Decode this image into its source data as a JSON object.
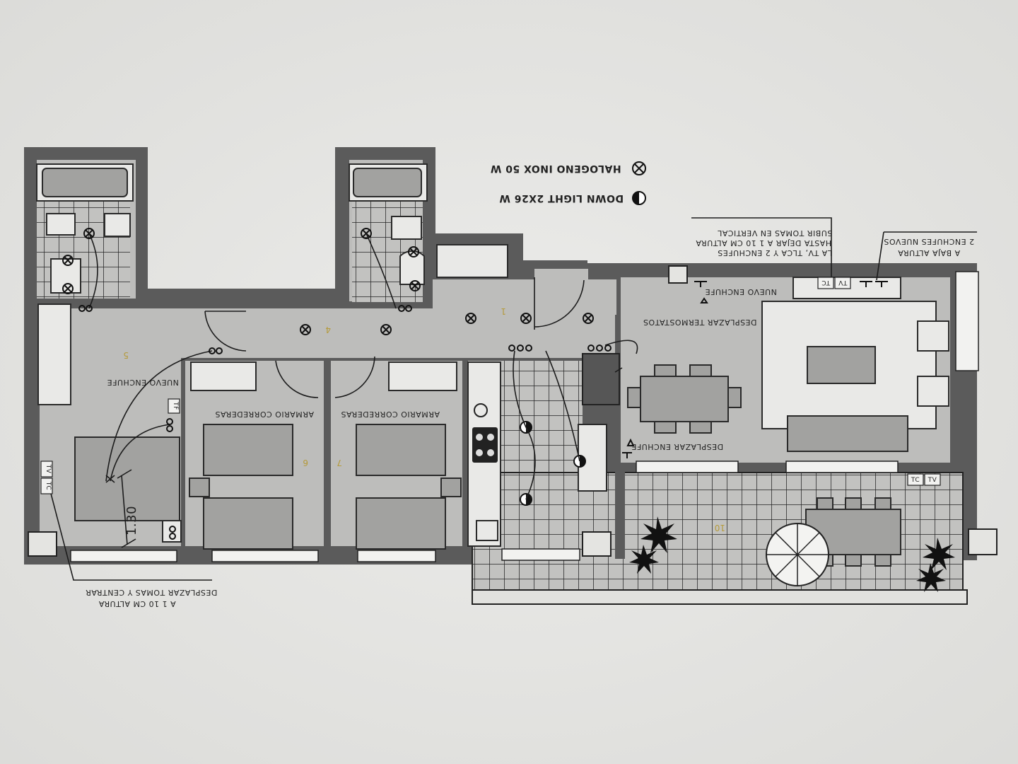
{
  "legend": {
    "halogen": "HALOGENO INOX 50 W",
    "downlight": "DOWN LIGHT 2X26 W",
    "halogen_icon": "circle-cross-icon",
    "downlight_icon": "half-filled-circle-icon"
  },
  "notes": {
    "raise_outlets": [
      "SUBIR TOMAS EN VERTICAL",
      "HASTA DEJAR A 1 10 CM ALTURA",
      "LA TV, TLCA Y 2 ENCHUFES"
    ],
    "two_new_outlets": [
      "2 ENCHUFES NUEVOS",
      "A BAJA ALTURA"
    ],
    "new_outlet_living": "NUEVO ENCHUFE",
    "move_thermostats": "DESPLAZAR TERMOSTATOS",
    "move_outlet": "DESPLAZAR ENCHUFE",
    "new_outlet_bedroom": "NUEVO ENCHUFE",
    "wardrobe_1": "ARMARIO CORREDERAS",
    "wardrobe_2": "ARMARIO CORREDERAS",
    "move_outlets_center": [
      "DESPLAZAR TOMAS Y CENTRAR",
      "A 1 10 CM ALTURA"
    ],
    "dimension": "1.30"
  },
  "sockets": {
    "tc": "TC",
    "tv": "TV",
    "tf": "TF"
  },
  "rooms": {
    "r1": "1",
    "r4": "4",
    "r5": "5",
    "r6": "6",
    "r7": "7",
    "r10": "10"
  },
  "colors": {
    "wall": "#5b5b5b",
    "floor": "#bdbdbb",
    "paper": "#e6e6e3",
    "room_number": "#b59a3a"
  }
}
